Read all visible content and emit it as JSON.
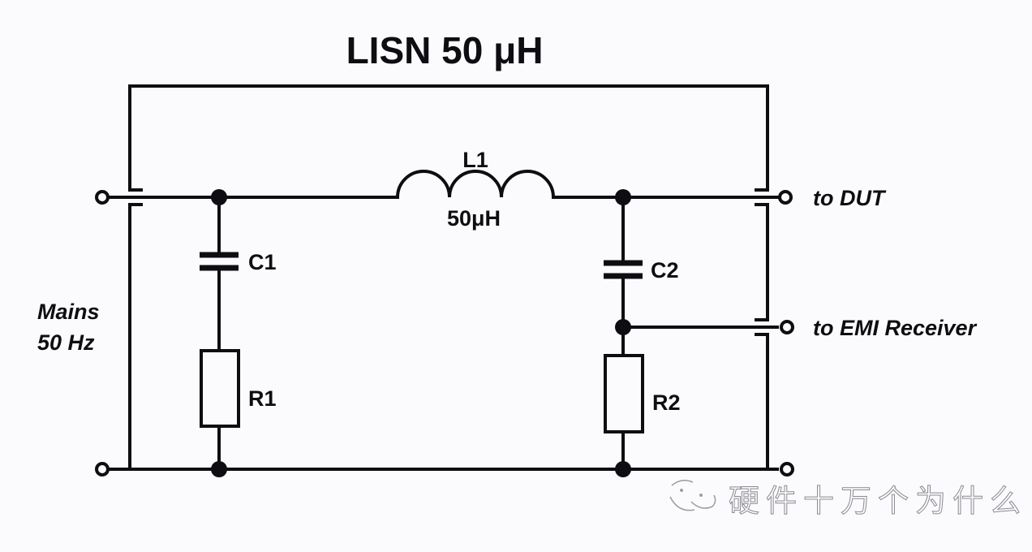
{
  "diagram": {
    "title": "LISN 50 μH",
    "inductor": {
      "name": "L1",
      "value": "50μH"
    },
    "capacitors": [
      {
        "name": "C1"
      },
      {
        "name": "C2"
      }
    ],
    "resistors": [
      {
        "name": "R1"
      },
      {
        "name": "R2"
      }
    ],
    "ports": {
      "mains_line1": "Mains",
      "mains_line2": "50 Hz",
      "dut": "to DUT",
      "emi_receiver": "to EMI Receiver"
    },
    "watermark": {
      "icon": "wechat-logo-icon",
      "text": "硬件十万个为什么"
    },
    "colors": {
      "line": "#0e0e12",
      "background": "#fbfbfd",
      "watermark": "#8a8a92"
    }
  }
}
